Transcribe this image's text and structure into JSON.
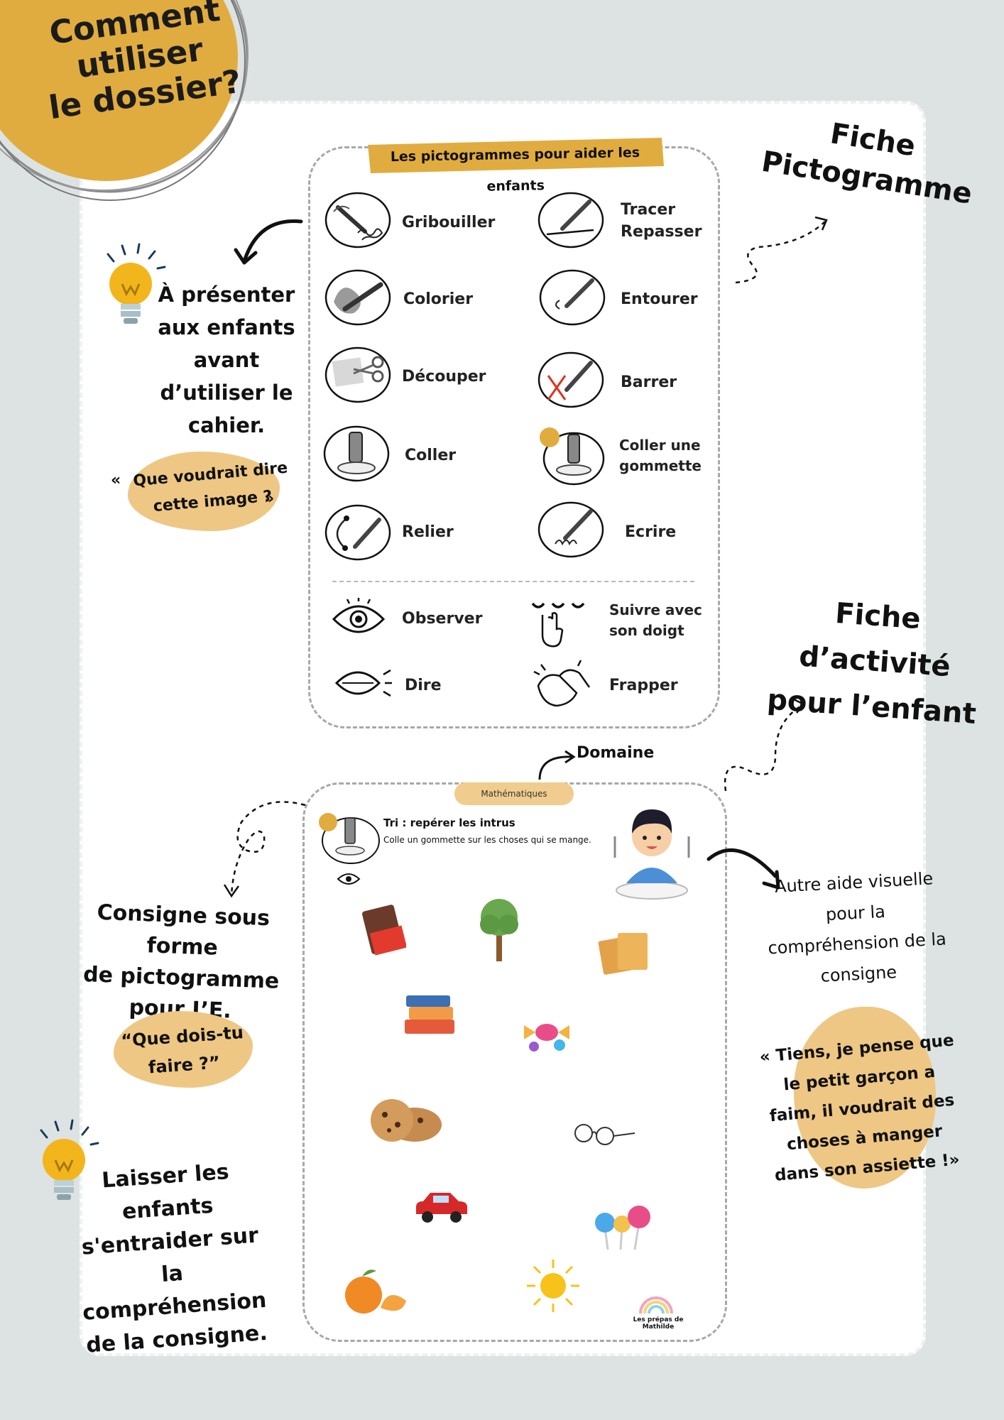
{
  "header": {
    "title_lines": [
      "Comment",
      "utiliser",
      "le dossier?"
    ]
  },
  "colors": {
    "accent": "#e1ac3f",
    "soft": "#eec784",
    "background": "#dde3e3",
    "card": "#ffffff"
  },
  "picto_sheet": {
    "banner": "Les pictogrammes pour aider les enfants",
    "items": [
      {
        "label": "Gribouiller",
        "icon": "scribble-icon"
      },
      {
        "label_lines": [
          "Tracer",
          "Repasser"
        ],
        "icon": "trace-icon"
      },
      {
        "label": "Colorier",
        "icon": "color-icon"
      },
      {
        "label": "Entourer",
        "icon": "circle-icon"
      },
      {
        "label": "Découper",
        "icon": "scissors-icon"
      },
      {
        "label": "Barrer",
        "icon": "cross-out-icon"
      },
      {
        "label": "Coller",
        "icon": "glue-icon"
      },
      {
        "label_lines": [
          "Coller une",
          "gommette"
        ],
        "icon": "sticker-icon"
      },
      {
        "label": "Relier",
        "icon": "link-icon"
      },
      {
        "label": "Ecrire",
        "icon": "write-icon"
      },
      {
        "label": "Observer",
        "icon": "eye-icon"
      },
      {
        "label_lines": [
          "Suivre avec",
          "son doigt"
        ],
        "icon": "finger-follow-icon"
      },
      {
        "label": "Dire",
        "icon": "mouth-icon"
      },
      {
        "label": "Frapper",
        "icon": "clap-icon"
      }
    ]
  },
  "annotations": {
    "fiche_pictogramme": [
      "Fiche",
      "Pictogramme"
    ],
    "fiche_activite": [
      "Fiche d’activité",
      "pour l’enfant"
    ],
    "presenter": [
      "À présenter",
      "aux enfants",
      "avant",
      "d’utiliser le",
      "cahier."
    ],
    "question1": [
      "«",
      "Que voudrait dire",
      "cette image ?",
      "»"
    ],
    "domaine": "Domaine",
    "consigne": [
      "Consigne sous forme",
      "de pictogramme",
      "pour L’E."
    ],
    "question2": [
      "“Que dois-tu",
      "faire ?”"
    ],
    "laisser": [
      "Laisser les",
      "enfants",
      "s'entraider sur la",
      "compréhension",
      "de la consigne."
    ],
    "autre_aide": [
      "Autre aide visuelle",
      "pour la",
      "compréhension de la",
      "consigne"
    ],
    "tiens": [
      "« Tiens, je pense que",
      "le petit garçon a",
      "faim, il voudrait des",
      "choses à manger",
      "dans son assiette !»"
    ]
  },
  "activity_sheet": {
    "domain_tag": "Mathématiques",
    "title": "Tri : repérer les intrus",
    "instruction": "Colle un gommette sur les choses qui se mange.",
    "brand": "Les prépas de Mathilde",
    "objects": [
      "chocolate-icon",
      "tree-icon",
      "crackers-icon",
      "books-icon",
      "candy-icon",
      "cookies-icon",
      "glasses-icon",
      "car-icon",
      "lollipops-icon",
      "tangerine-icon",
      "sun-icon"
    ]
  }
}
